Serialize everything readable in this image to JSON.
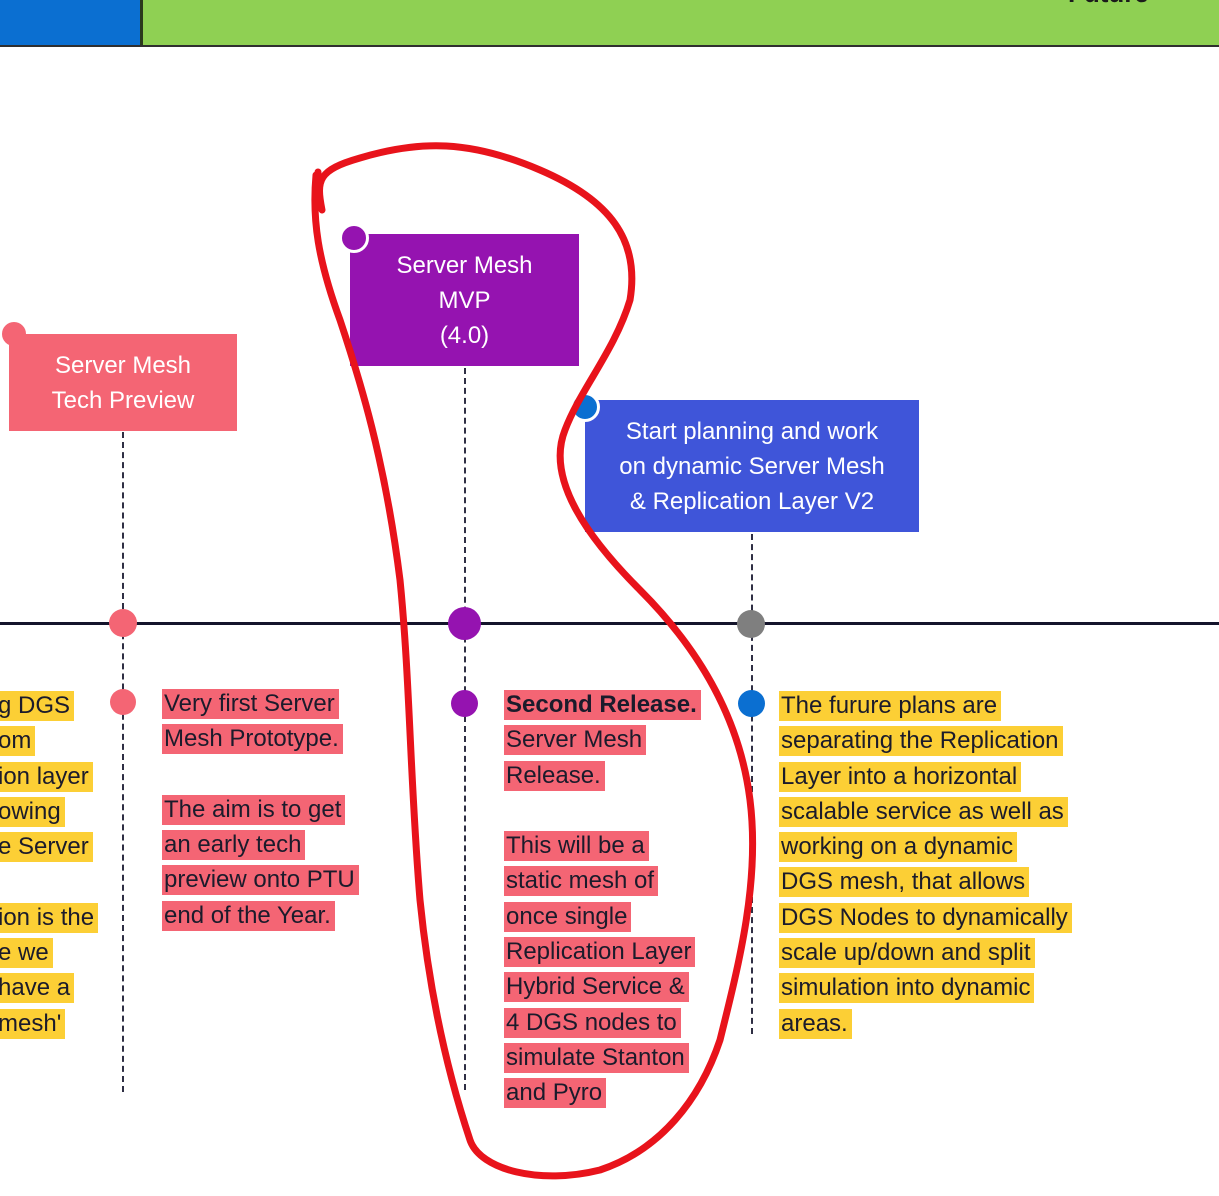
{
  "header": {
    "right_label": "Future"
  },
  "milestones": {
    "tech_preview": {
      "title_lines": [
        "Server Mesh",
        "Tech Preview"
      ],
      "notes": [
        "Very first Server",
        "Mesh Prototype.",
        "",
        "The aim is to get",
        "an early tech",
        "preview onto PTU",
        "end of the Year."
      ]
    },
    "mvp": {
      "title_lines": [
        "Server Mesh",
        "MVP",
        "(4.0)"
      ],
      "notes_bold": "Second Release.",
      "notes": [
        "Server Mesh",
        "Release.",
        "",
        "This will be a",
        "static mesh of",
        "once single",
        "Replication Layer",
        "Hybrid Service &",
        "4 DGS nodes to",
        "simulate Stanton",
        "and Pyro"
      ]
    },
    "v2": {
      "title_lines": [
        "Start planning and work",
        "on dynamic Server Mesh",
        "& Replication Layer V2"
      ],
      "notes": [
        "The furure plans are",
        "separating the Replication",
        "Layer into a horizontal",
        "scalable service as well as",
        "working on a dynamic",
        "DGS mesh, that allows",
        "DGS Nodes to dynamically",
        "scale up/down and split",
        "simulation into dynamic",
        "areas."
      ]
    },
    "left_cut": {
      "notes": [
        "g DGS",
        "om",
        "ion layer",
        "owing",
        "e Server",
        "",
        "ion is the",
        "e we",
        " have a",
        "mesh'"
      ]
    }
  },
  "colors": {
    "pink": "#f46574",
    "purple": "#9513b0",
    "blue_box": "#3f55d9",
    "yellow": "#fccf35",
    "gray": "#7f7f7f",
    "blue_dot": "#0b6fd1",
    "annotation_red": "#e8131b"
  }
}
